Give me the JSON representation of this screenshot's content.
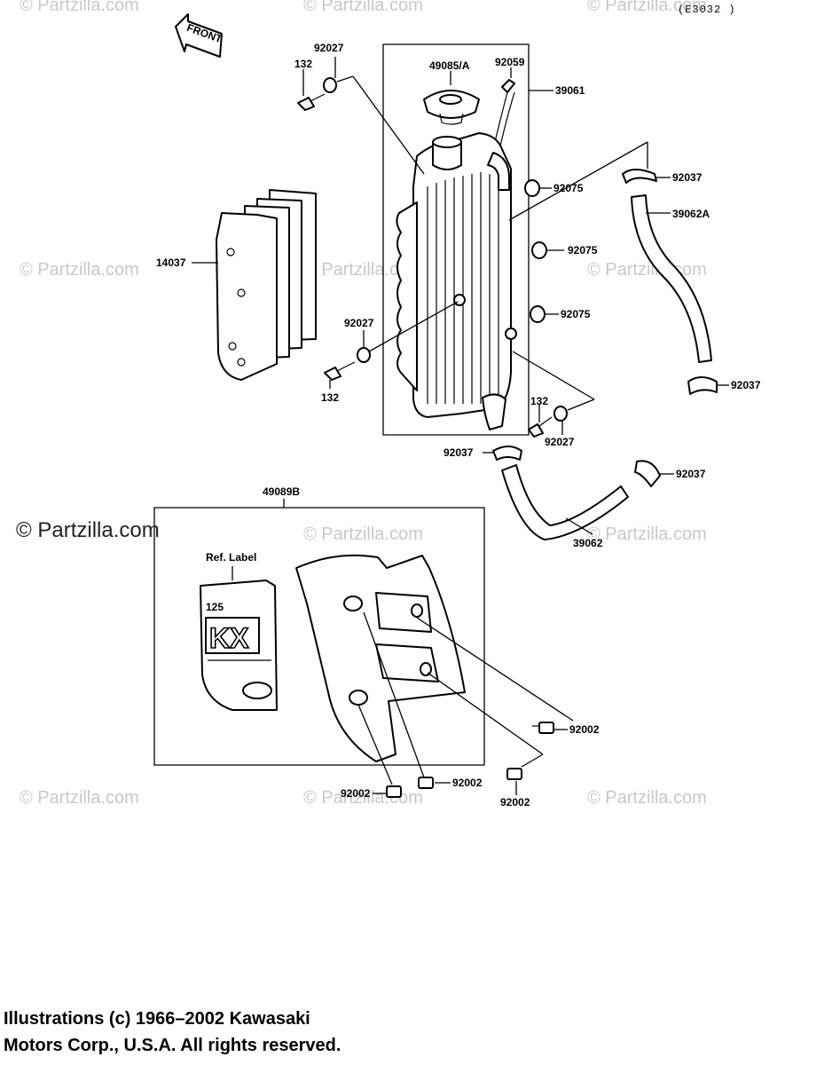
{
  "diagram": {
    "ref_code": "(E3032 )",
    "front_label": "FRONT",
    "ref_label_text": "Ref. Label",
    "kx_badge": {
      "model_number": "125",
      "model_name": "KX"
    },
    "watermark": "© Partzilla.com",
    "main_watermark": "© Partzilla.com",
    "part_labels": {
      "p92027_top": "92027",
      "p132_top": "132",
      "p49085A": "49085/A",
      "p92059": "92059",
      "p39061": "39061",
      "p92037_a": "92037",
      "p92075_a": "92075",
      "p39062A": "39062A",
      "p14037": "14037",
      "p92075_b": "92075",
      "p92027_mid": "92027",
      "p92075_c": "92075",
      "p132_mid": "132",
      "p92037_b": "92037",
      "p132_low": "132",
      "p92027_low": "92027",
      "p92037_c": "92037",
      "p92037_d": "92037",
      "p49089B": "49089B",
      "p39062": "39062",
      "p92002_a": "92002",
      "p92002_b": "92002",
      "p92002_c": "92002",
      "p92002_d": "92002"
    }
  },
  "copyright": {
    "line1": "Illustrations (c) 1966–2002 Kawasaki",
    "line2": "Motors Corp., U.S.A.  All rights reserved."
  }
}
